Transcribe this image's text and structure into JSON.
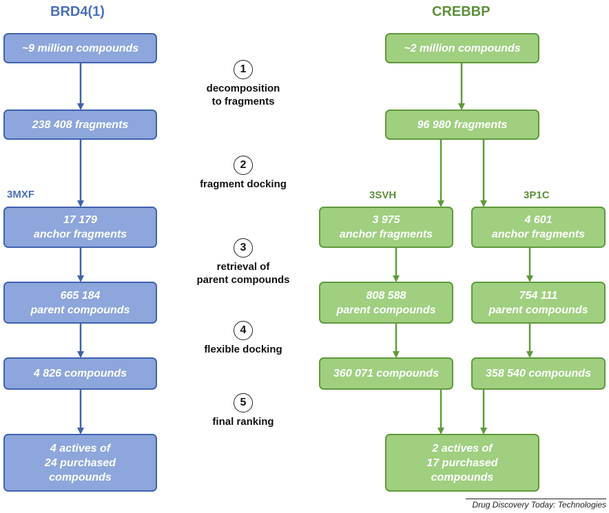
{
  "left": {
    "title": "BRD4(1)",
    "target_label": "3MXF",
    "boxes": [
      "~9 million compounds",
      "238 408 fragments",
      "17 179\nanchor fragments",
      "665 184\nparent compounds",
      "4 826 compounds",
      "4 actives of\n24 purchased\ncompounds"
    ]
  },
  "right": {
    "title": "CREBBP",
    "top_boxes": [
      "~2 million compounds",
      "96 980 fragments"
    ],
    "branch_a": {
      "label": "3SVH",
      "boxes": [
        "3 975\nanchor fragments",
        "808 588\nparent compounds",
        "360 071 compounds"
      ]
    },
    "branch_b": {
      "label": "3P1C",
      "boxes": [
        "4 601\nanchor fragments",
        "754 111\nparent compounds",
        "358 540 compounds"
      ]
    },
    "result": "2 actives of\n17 purchased\ncompounds"
  },
  "steps": [
    {
      "num": "1",
      "text": "decomposition\nto fragments"
    },
    {
      "num": "2",
      "text": "fragment docking"
    },
    {
      "num": "3",
      "text": "retrieval of\nparent compounds"
    },
    {
      "num": "4",
      "text": "flexible docking"
    },
    {
      "num": "5",
      "text": "final ranking"
    }
  ],
  "colors": {
    "blue_fill": "#8da6db",
    "blue_edge": "#3f62ae",
    "green_fill": "#9fcf7f",
    "green_edge": "#5e9a3a"
  },
  "credit": "Drug Discovery Today: Technologies"
}
